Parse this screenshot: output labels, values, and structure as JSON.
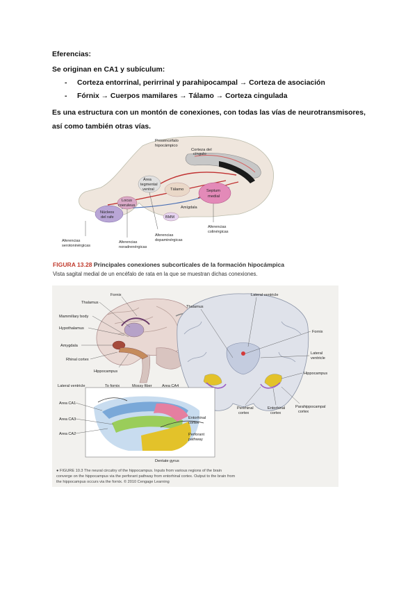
{
  "text": {
    "heading": "Eferencias:",
    "origin": "Se originan en CA1 y subículum:",
    "bullets": [
      {
        "dash": "-",
        "text": "Corteza entorrinal, perirrinal  y parahipocampal → Corteza de asociación"
      },
      {
        "dash": "-",
        "text": "Fórnix → Cuerpos mamilares → Tálamo → Corteza cingulada"
      }
    ],
    "paragraph": "Es una estructura con un montón de conexiones, con todas las vías de neurotransmisores, así como también otras vías."
  },
  "figure1": {
    "labels": {
      "prosencefalo": "Prosencéfalo",
      "hipocampo": "hipocámpico",
      "corteza": "Corteza del",
      "cingulo": "cíngulo",
      "area_tegm_1": "Área",
      "area_tegm_2": "tegmental",
      "area_tegm_3": "ventral",
      "talamo": "Tálamo",
      "septum_1": "Septum",
      "septum_2": "medial",
      "locus_1": "Locus",
      "locus_2": "coeruleus",
      "rafe_1": "Núcleos",
      "rafe_2": "del rafe",
      "amigdala": "Amígdala",
      "bmm": "BMM",
      "aff_col_1": "Aferencias",
      "aff_col_2": "colinérgicas",
      "aff_ser_1": "Aferencias",
      "aff_ser_2": "serotoninérgicas",
      "aff_nor_1": "Aferencias",
      "aff_nor_2": "noradrenérgicas",
      "aff_dop_1": "Aferencias",
      "aff_dop_2": "dopaminérgicas"
    },
    "caption_number": "FIGURA 13.28",
    "caption_title": "Principales conexiones subcorticales de la formación hipocámpica",
    "caption_text": "Vista sagital medial de un encéfalo de rata en la que se muestran dichas conexiones."
  },
  "figure2": {
    "labels": {
      "fornix": "Fornix",
      "thalamus": "Thalamus",
      "mammillary": "Mammillary body",
      "hypothalamus": "Hypothalamus",
      "amygdala": "Amygdala",
      "rhinal": "Rhinal cortex",
      "hippocampus": "Hippocampus",
      "lateral_ventricle": "Lateral ventricle",
      "thalamus_r": "Thalamus",
      "fornix_r": "Fornix",
      "lateral_r_1": "Lateral",
      "lateral_r_2": "ventricle",
      "hippocampus_r": "Hippocampus",
      "perirhinal_1": "Perirhinal",
      "perirhinal_2": "cortex",
      "entorhinal_1": "Entorhinal",
      "entorhinal_2": "cortex",
      "parahippo_1": "Parahippocampal",
      "parahippo_2": "cortex",
      "lat_vent_inset": "Lateral ventricle",
      "to_fornix": "To fornix",
      "mossy": "Mossy fiber",
      "area_ca4": "Area CA4",
      "area_ca1": "Area CA1",
      "area_ca3": "Area CA3",
      "area_ca2": "Area CA2",
      "entorhinal_inset_1": "Entorhinal",
      "entorhinal_inset_2": "cortex",
      "perforant_1": "Perforant",
      "perforant_2": "pathway",
      "dentate": "Dentate gyrus"
    },
    "caption_line1": "● FIGURE 10.3   The neural circuitry of the hippocampus. Inputs from various regions of the brain",
    "caption_line2": "converge on the hippocampus via the perforant pathway from entorhinal cortex. Output to the brain from",
    "caption_line3": "the hippocampus occurs via the fornix. © 2010 Cengage Learning"
  },
  "colors": {
    "ca1": "#7aa8d8",
    "ca3": "#9acd5a",
    "ca4": "#e57fa0",
    "dentate": "#e3c22a",
    "septum": "#e38ab8",
    "raphe": "#b9a6d6",
    "tegmental": "#e0e0e0"
  }
}
